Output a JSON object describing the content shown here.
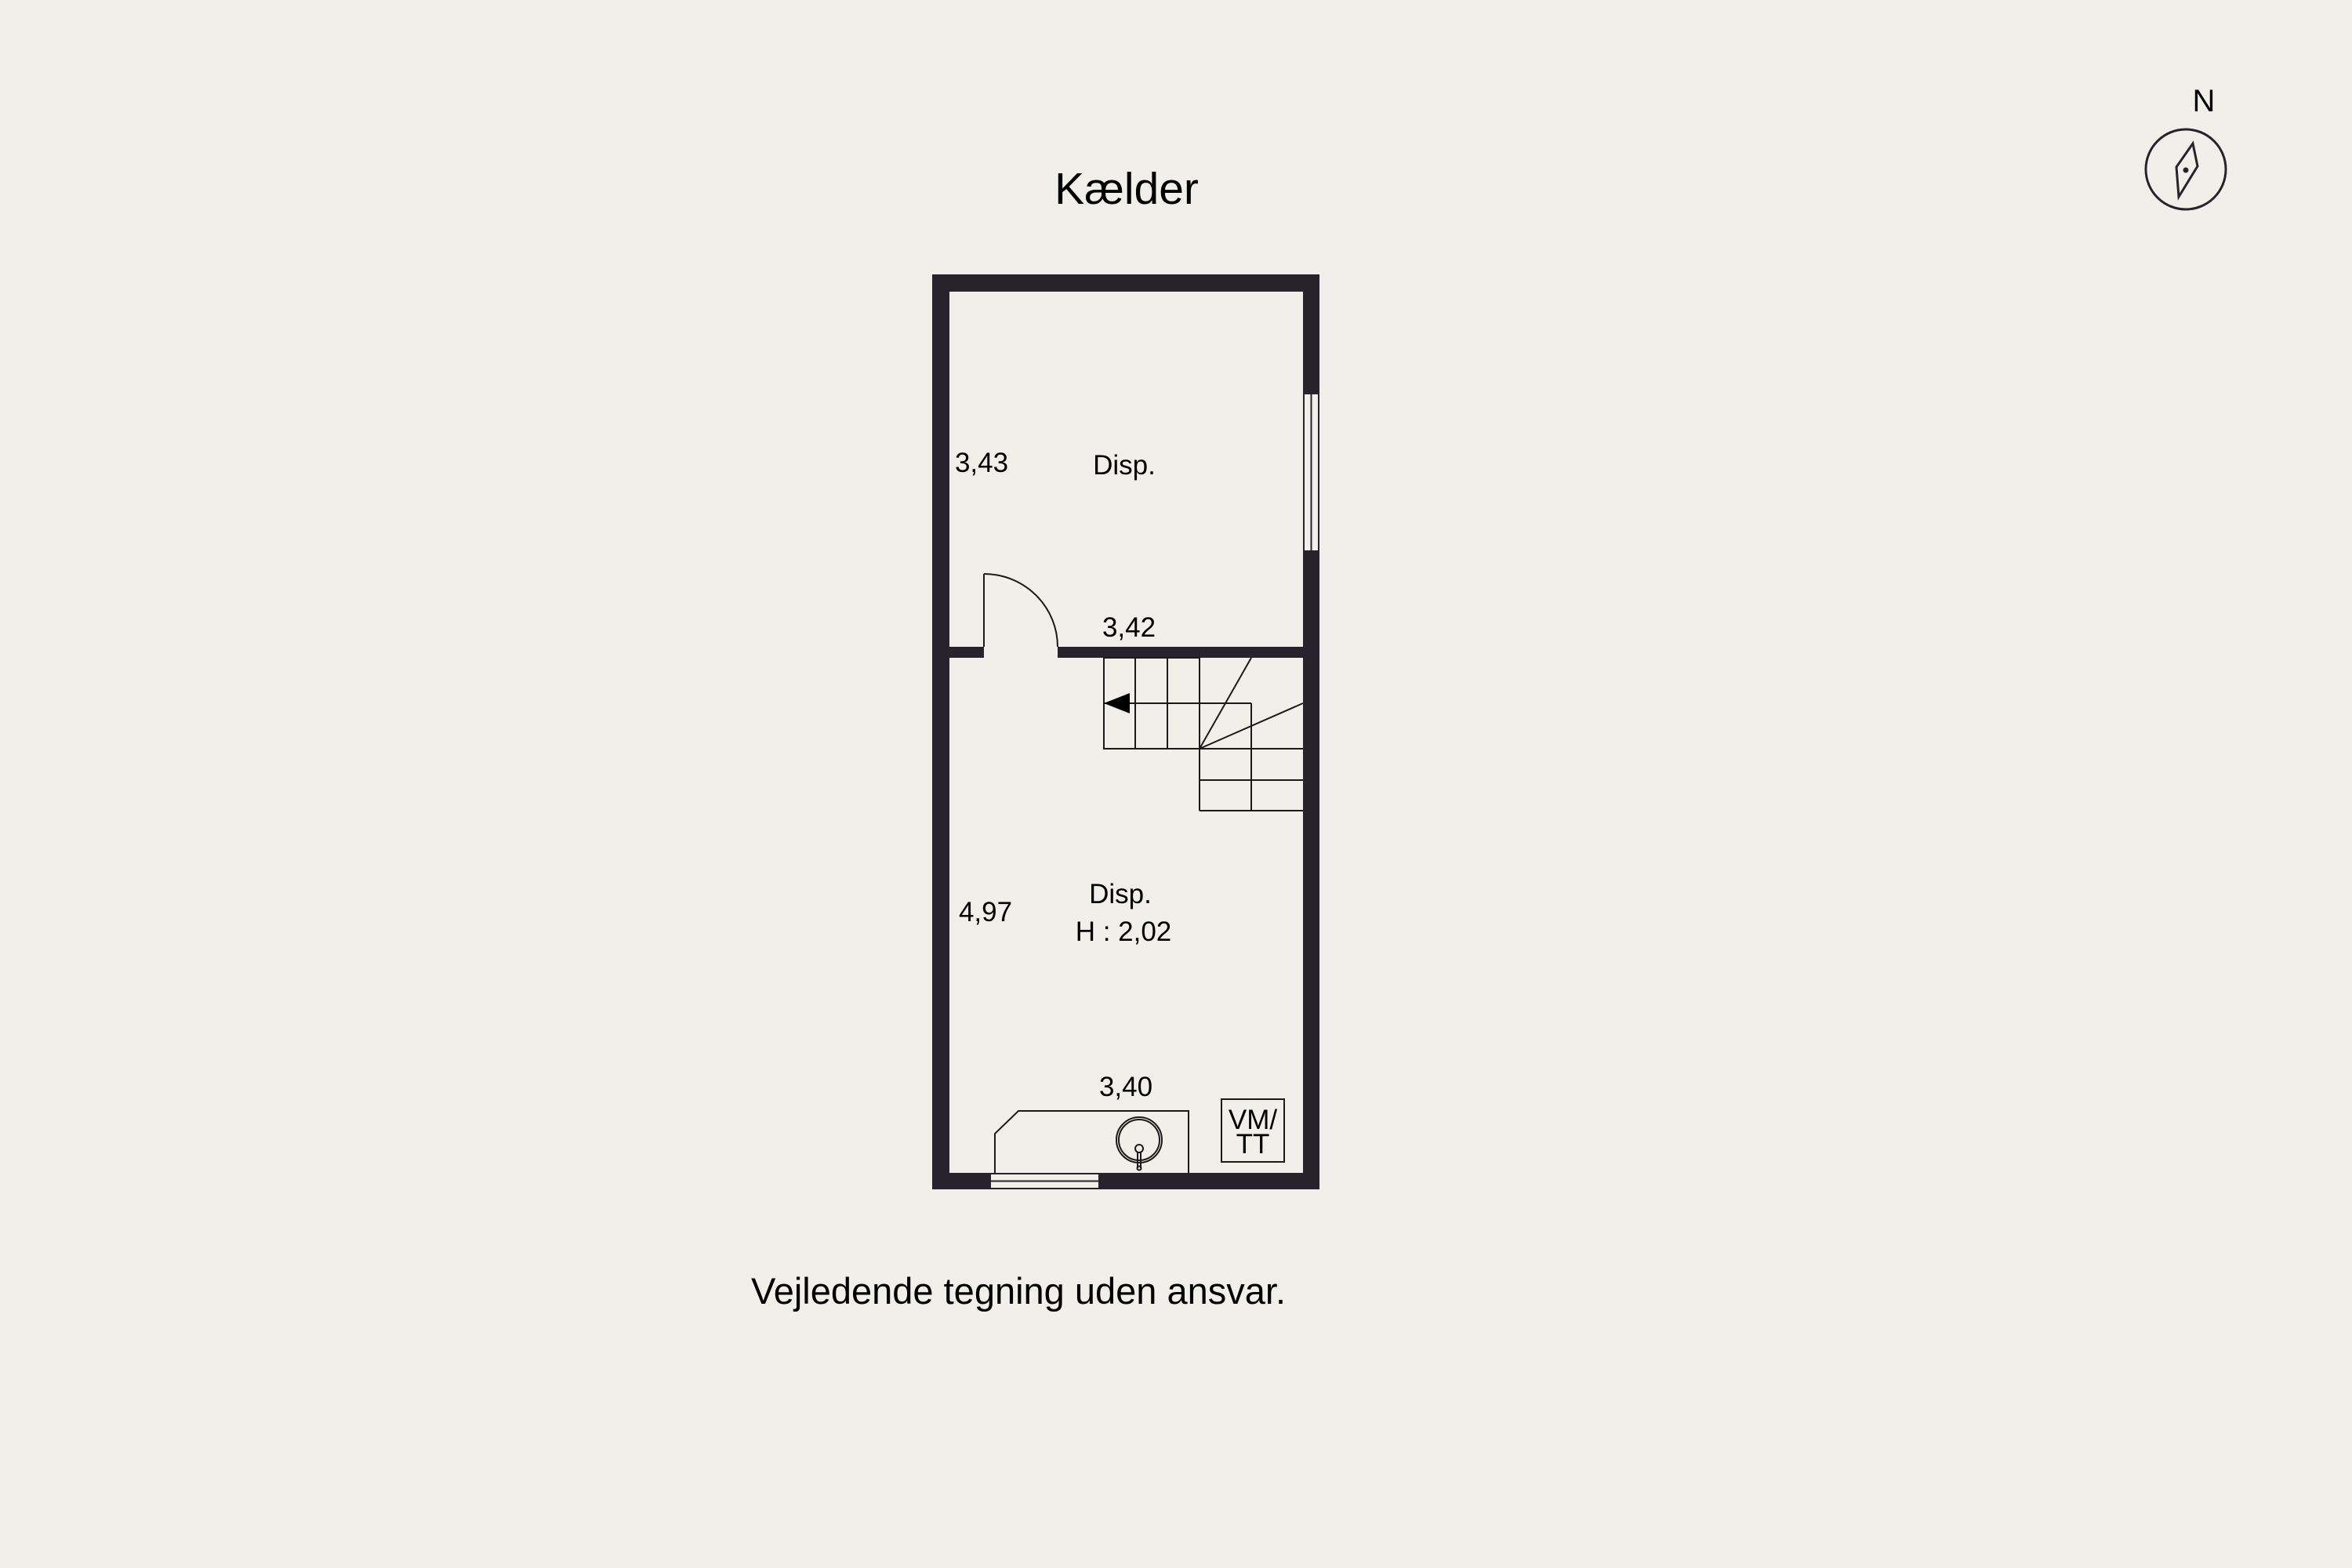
{
  "floor_title": "Kælder",
  "footer_note": "Vejledende tegning uden ansvar.",
  "compass": {
    "label": "N",
    "icon": "compass-icon"
  },
  "rooms": [
    {
      "name": "Disp.",
      "height_label": "",
      "dim_left": "3,43",
      "dim_bottom": "3,42"
    },
    {
      "name": "Disp.",
      "height_label": "H : 2,02",
      "dim_left": "4,97",
      "dim_bottom": "3,40"
    }
  ],
  "fixtures": {
    "meter_label_line1": "VM/",
    "meter_label_line2": "TT"
  },
  "colors": {
    "background": "#f0efe9",
    "wall": "#27232d",
    "line": "#1a1a1a"
  }
}
